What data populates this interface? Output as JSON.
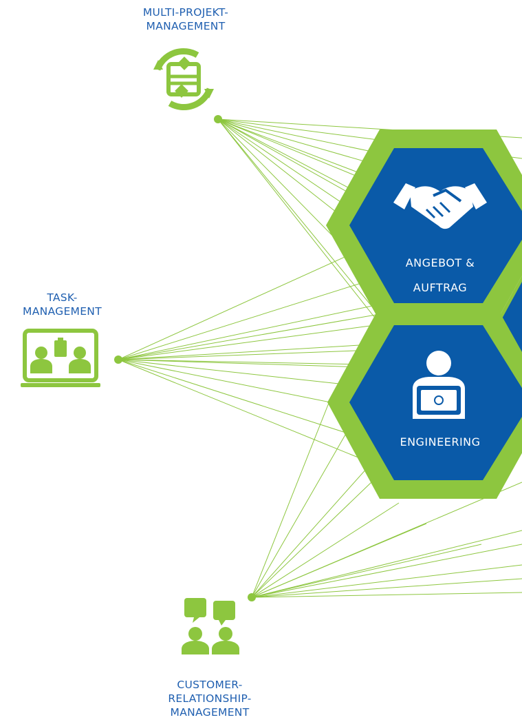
{
  "colors": {
    "accent_green": "#8dc63f",
    "hex_blue": "#0a5aa8",
    "label_blue": "#1f5fb0",
    "line_green": "#8dc63f"
  },
  "nodes": {
    "multi_projekt": {
      "lines": [
        "MULTI-PROJEKT-",
        "MANAGEMENT"
      ],
      "icon": "refresh-workflow-icon"
    },
    "task": {
      "lines": [
        "TASK-",
        "MANAGEMENT"
      ],
      "icon": "team-board-icon"
    },
    "crm": {
      "lines": [
        "CUSTOMER-",
        "RELATIONSHIP-",
        "MANAGEMENT"
      ],
      "icon": "chat-people-icon"
    }
  },
  "hexagons": {
    "angebot": {
      "lines": [
        "ANGEBOT &",
        "AUFTRAG"
      ],
      "icon": "handshake-icon"
    },
    "engineering": {
      "lines": [
        "ENGINEERING"
      ],
      "icon": "engineer-laptop-icon"
    }
  }
}
